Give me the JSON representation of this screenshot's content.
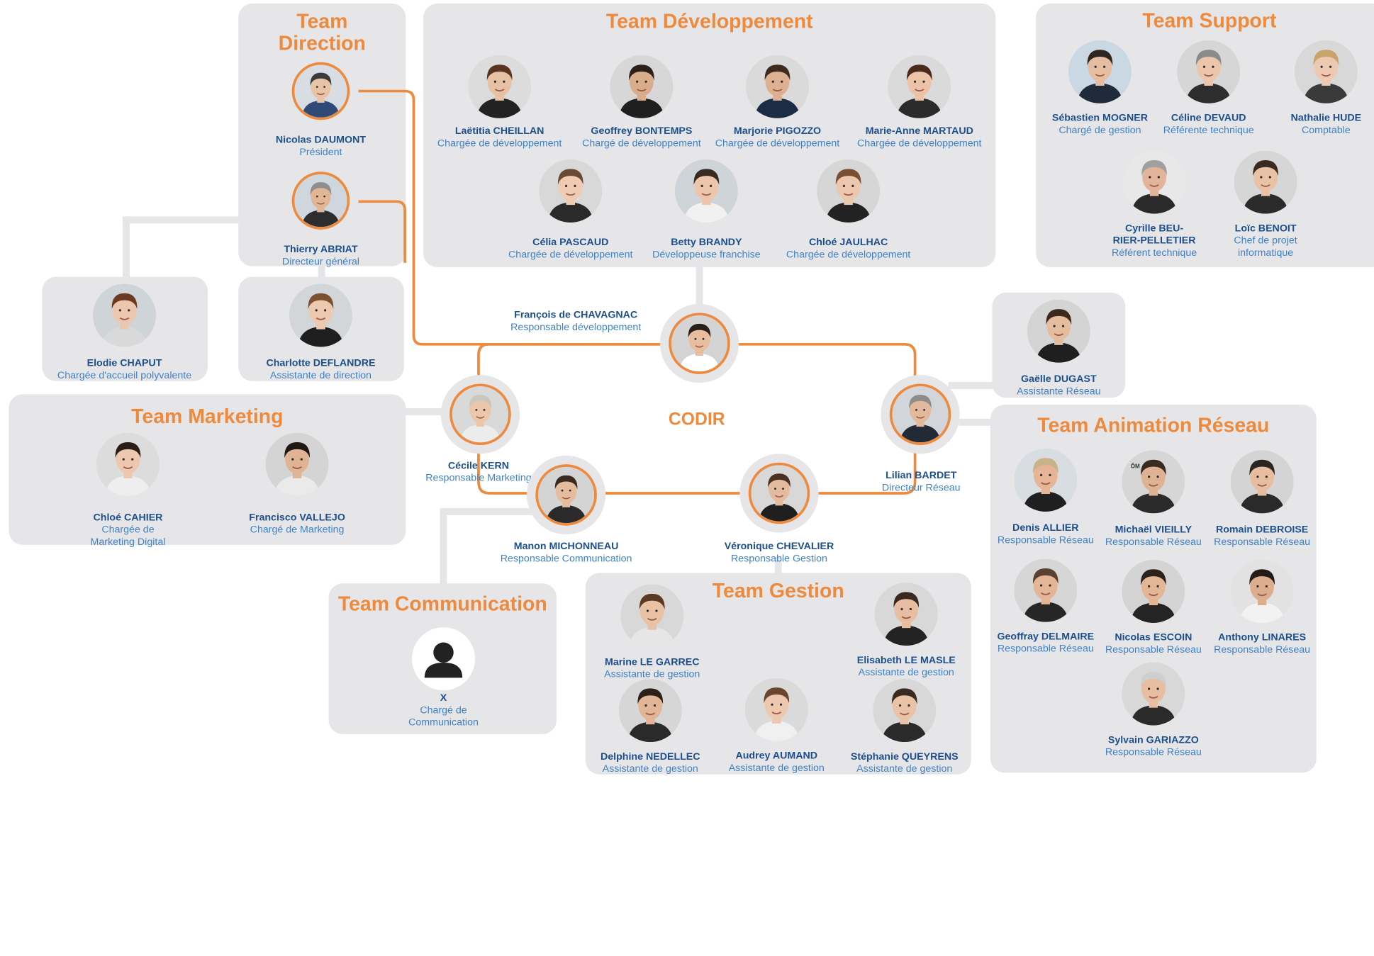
{
  "center_label": "CODIR",
  "colors": {
    "accent": "#ee8a3d",
    "name": "#1d4f8c",
    "role": "#3f82c6",
    "panel": "#e6e6e8"
  },
  "teams": {
    "direction": "Team\nDirection",
    "developpement": "Team Développement",
    "support": "Team Support",
    "marketing": "Team Marketing",
    "communication": "Team Communication",
    "gestion": "Team Gestion",
    "animation": "Team Animation Réseau"
  },
  "people": [
    {
      "id": "nicolas-daumont",
      "name": "Nicolas DAUMONT",
      "role": "Président",
      "skin": "#e9c3a6",
      "hair": "#3b3b3b",
      "shirt": "#2f4a77",
      "bg": "#d7dde3"
    },
    {
      "id": "thierry-abriat",
      "name": "Thierry ABRIAT",
      "role": "Directeur général",
      "skin": "#e2b597",
      "hair": "#8e8e8e",
      "shirt": "#2d2d2d",
      "bg": "#cfd6dd"
    },
    {
      "id": "elodie-chaput",
      "name": "Elodie CHAPUT",
      "role": "Chargée d'accueil polyvalente",
      "skin": "#edc7ad",
      "hair": "#6b3a22",
      "shirt": "#d9d9d9",
      "bg": "#cfd4d9"
    },
    {
      "id": "charlotte-deflandre",
      "name": "Charlotte DEFLANDRE",
      "role": "Assistante de direction",
      "skin": "#edc9b0",
      "hair": "#7b5133",
      "shirt": "#1e1e1e",
      "bg": "#d3d6d9"
    },
    {
      "id": "laetitia-cheillan",
      "name": "Laëtitia CHEILLAN",
      "role": "Chargée de développement",
      "skin": "#e8c0a3",
      "hair": "#5a3321",
      "shirt": "#222222",
      "bg": "#dcdcdc"
    },
    {
      "id": "geoffrey-bontemps",
      "name": "Geoffrey BONTEMPS",
      "role": "Chargé de développement",
      "skin": "#d9ac8c",
      "hair": "#2b2119",
      "shirt": "#1f1f1f",
      "bg": "#d7d7d7"
    },
    {
      "id": "marjorie-pigozzo",
      "name": "Marjorie PIGOZZO",
      "role": "Chargée de développement",
      "skin": "#ddb091",
      "hair": "#3e2a1e",
      "shirt": "#1c2c44",
      "bg": "#dadada"
    },
    {
      "id": "marie-anne-martaud",
      "name": "Marie-Anne MARTAUD",
      "role": "Chargée de développement",
      "skin": "#ecc3a6",
      "hair": "#4a2a1c",
      "shirt": "#2b2b2b",
      "bg": "#dadada"
    },
    {
      "id": "celia-pascaud",
      "name": "Célia PASCAUD",
      "role": "Chargée de développement",
      "skin": "#efcbb2",
      "hair": "#6a4a34",
      "shirt": "#2a2a2a",
      "bg": "#d8d8d8"
    },
    {
      "id": "betty-brandy",
      "name": "Betty BRANDY",
      "role": "Développeuse franchise",
      "skin": "#edc5ab",
      "hair": "#3a2b22",
      "shirt": "#f1f1f1",
      "bg": "#cfd4d8"
    },
    {
      "id": "chloe-jaulhac",
      "name": "Chloé JAULHAC",
      "role": "Chargée de développement",
      "skin": "#ecc7ad",
      "hair": "#7a4e30",
      "shirt": "#222222",
      "bg": "#d6d6d6"
    },
    {
      "id": "sebastien-mogner",
      "name": "Sébastien MOGNER",
      "role": "Chargé de gestion",
      "skin": "#e7bd9f",
      "hair": "#2d2520",
      "shirt": "#1f2a3a",
      "bg": "#c9d8e2"
    },
    {
      "id": "celine-devaud",
      "name": "Céline DEVAUD",
      "role": "Référente technique",
      "skin": "#ecc6ab",
      "hair": "#8a8a8a",
      "shirt": "#2d2d2d",
      "bg": "#d6d6d6"
    },
    {
      "id": "nathalie-hude",
      "name": "Nathalie HUDE",
      "role": "Comptable",
      "skin": "#edc9b1",
      "hair": "#c9a46a",
      "shirt": "#3a3a3a",
      "bg": "#d8d8d8"
    },
    {
      "id": "cyrille-beu-rier-pelletier",
      "name": "Cyrille BEU-\nRIER-PELLETIER",
      "role": "Référent technique",
      "skin": "#e2b49a",
      "hair": "#a0a0a0",
      "shirt": "#2a2a2a",
      "bg": "#e8e8e8"
    },
    {
      "id": "loic-benoit",
      "name": "Loïc BENOIT",
      "role": "Chef de projet\ninformatique",
      "skin": "#e9c1a5",
      "hair": "#3a2a1f",
      "shirt": "#2b2b2b",
      "bg": "#d6d6d6"
    },
    {
      "id": "francois-de-chavagnac",
      "name": "François de CHAVAGNAC",
      "role": "Responsable développement",
      "skin": "#e8bda0",
      "hair": "#2b1f19",
      "shirt": "#ffffff",
      "bg": "#d4d4d4"
    },
    {
      "id": "gaelle-dugast",
      "name": "Gaëlle DUGAST",
      "role": "Assistante Réseau",
      "skin": "#e6bc9f",
      "hair": "#3b291d",
      "shirt": "#1f1f1f",
      "bg": "#d4d4d4"
    },
    {
      "id": "cecile-kern",
      "name": "Cécile KERN",
      "role": "Responsable Marketing",
      "skin": "#ecc6ab",
      "hair": "#c8c8c0",
      "shirt": "#ececec",
      "bg": "#d9d9d9"
    },
    {
      "id": "lilian-bardet",
      "name": "Lilian BARDET",
      "role": "Directeur Réseau",
      "skin": "#e3b99c",
      "hair": "#8c8c8c",
      "shirt": "#222a36",
      "bg": "#d2d6da"
    },
    {
      "id": "manon-michonneau",
      "name": "Manon MICHONNEAU",
      "role": "Responsable Communication",
      "skin": "#e6bc9f",
      "hair": "#3a2a20",
      "shirt": "#2a2a2a",
      "bg": "#d4d4d4"
    },
    {
      "id": "veronique-chevalier",
      "name": "Véronique CHEVALIER",
      "role": "Responsable Gestion",
      "skin": "#e5bb9f",
      "hair": "#4a3124",
      "shirt": "#1f1f1f",
      "bg": "#d8d8d8"
    },
    {
      "id": "chloe-cahier",
      "name": "Chloé CAHIER",
      "role": "Chargée de\nMarketing Digital",
      "skin": "#edc8ae",
      "hair": "#2a1d16",
      "shirt": "#eeeeee",
      "bg": "#dcdcdc"
    },
    {
      "id": "francisco-vallejo",
      "name": "Francisco VALLEJO",
      "role": "Chargé de Marketing",
      "skin": "#dfb393",
      "hair": "#1f1814",
      "shirt": "#eaeaea",
      "bg": "#d4d4d4"
    },
    {
      "id": "communication-x",
      "name": "X",
      "role": "Chargé de\nCommunication",
      "placeholder": true
    },
    {
      "id": "marine-le-garrec",
      "name": "Marine LE GARREC",
      "role": "Assistante de gestion",
      "skin": "#e9c1a4",
      "hair": "#5a3a26",
      "shirt": "#e6e6e6",
      "bg": "#d8d8d8"
    },
    {
      "id": "elisabeth-le-masle",
      "name": "Elisabeth LE MASLE",
      "role": "Assistante de gestion",
      "skin": "#e7bea1",
      "hair": "#3a2920",
      "shirt": "#232323",
      "bg": "#d8d8d8"
    },
    {
      "id": "delphine-nedellec",
      "name": "Delphine NEDELLEC",
      "role": "Assistante de gestion",
      "skin": "#e2b596",
      "hair": "#2c201a",
      "shirt": "#2a2a2a",
      "bg": "#d6d6d6"
    },
    {
      "id": "audrey-aumand",
      "name": "Audrey AUMAND",
      "role": "Assistante de gestion",
      "skin": "#edc8ae",
      "hair": "#6a4630",
      "shirt": "#f0f0f0",
      "bg": "#dadada"
    },
    {
      "id": "stephanie-queyrens",
      "name": "Stéphanie QUEYRENS",
      "role": "Assistante de gestion",
      "skin": "#eac2a6",
      "hair": "#3a2a20",
      "shirt": "#2a2a2a",
      "bg": "#d8d8d8"
    },
    {
      "id": "denis-allier",
      "name": "Denis ALLIER",
      "role": "Responsable Réseau",
      "skin": "#e6b596",
      "hair": "#c9b28a",
      "shirt": "#1f1f1f",
      "bg": "#d8dde2"
    },
    {
      "id": "michael-vieilly",
      "name": "Michaël VIEILLY",
      "role": "Responsable Réseau",
      "skin": "#dfb294",
      "hair": "#3a2b22",
      "shirt": "#2b2b2b",
      "bg": "#d6d6d6",
      "badge": "ÔM"
    },
    {
      "id": "romain-debroise",
      "name": "Romain DEBROISE",
      "role": "Responsable Réseau",
      "skin": "#e6bda0",
      "hair": "#2c2420",
      "shirt": "#2a2a2a",
      "bg": "#d4d4d4"
    },
    {
      "id": "geoffray-delmaire",
      "name": "Geoffray DELMAIRE",
      "role": "Responsable Réseau",
      "skin": "#e4b597",
      "hair": "#5a4030",
      "shirt": "#262626",
      "bg": "#d6d6d6"
    },
    {
      "id": "nicolas-escoin",
      "name": "Nicolas ESCOIN",
      "role": "Responsable Réseau",
      "skin": "#e3b698",
      "hair": "#2b221c",
      "shirt": "#242424",
      "bg": "#d4d4d4"
    },
    {
      "id": "anthony-linares",
      "name": "Anthony LINARES",
      "role": "Responsable Réseau",
      "skin": "#dcae8f",
      "hair": "#231b16",
      "shirt": "#f2f2f2",
      "bg": "#e2e2e2"
    },
    {
      "id": "sylvain-gariazzo",
      "name": "Sylvain GARIAZZO",
      "role": "Responsable Réseau",
      "skin": "#e8bea2",
      "hair": "#cfcfcf",
      "shirt": "#2a2a2a",
      "bg": "#d8d8d8"
    }
  ]
}
